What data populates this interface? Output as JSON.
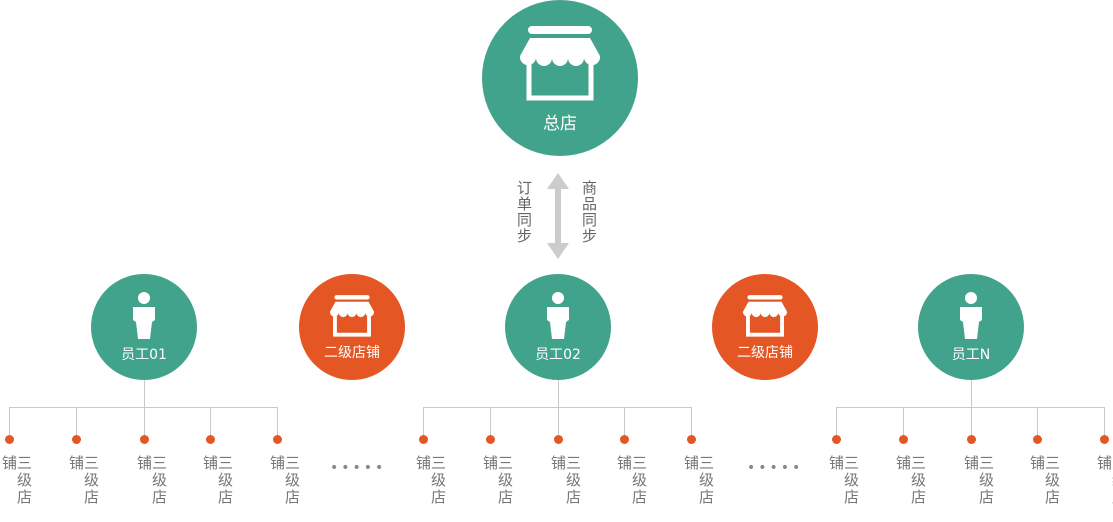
{
  "colors": {
    "teal": "#42a38c",
    "orange": "#e45624",
    "line": "#c8c8c8",
    "text_gray": "#777777",
    "arrow_gray": "#cccccc"
  },
  "headquarters": {
    "label": "总店",
    "icon": "storefront-icon"
  },
  "sync": {
    "left_label": "订单同步",
    "right_label": "商品同步",
    "icon": "double-arrow-vertical-icon"
  },
  "second_row": [
    {
      "type": "employee",
      "label": "员工01",
      "icon": "person-icon"
    },
    {
      "type": "store",
      "label": "二级店铺",
      "icon": "storefront-icon"
    },
    {
      "type": "employee",
      "label": "员工02",
      "icon": "person-icon"
    },
    {
      "type": "store",
      "label": "二级店铺",
      "icon": "storefront-icon"
    },
    {
      "type": "employee",
      "label": "员工N",
      "icon": "person-icon"
    }
  ],
  "third_level_groups": [
    {
      "parent": "员工01",
      "leaves": [
        "三级店铺",
        "三级店铺",
        "三级店铺",
        "三级店铺",
        "三级店铺"
      ]
    },
    {
      "parent": "员工02",
      "leaves": [
        "三级店铺",
        "三级店铺",
        "三级店铺",
        "三级店铺",
        "三级店铺"
      ]
    },
    {
      "parent": "员工N",
      "leaves": [
        "三级店铺",
        "三级店铺",
        "三级店铺",
        "三级店铺",
        "三级店铺"
      ]
    }
  ],
  "ellipsis": "•••••"
}
